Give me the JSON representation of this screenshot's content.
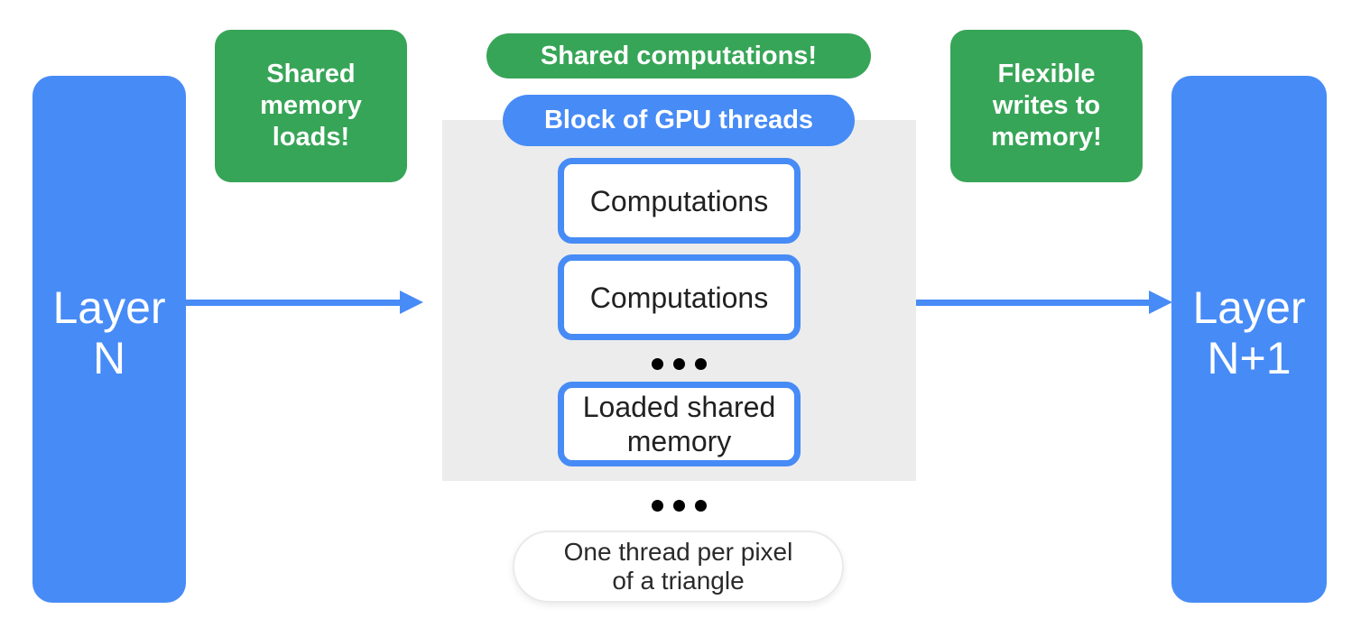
{
  "colors": {
    "blue": "#478BF6",
    "green": "#37A557",
    "panel_gray": "#ECECEC",
    "text_dark": "#212121",
    "white": "#FFFFFF"
  },
  "layers": {
    "left": {
      "label": "Layer\nN"
    },
    "right": {
      "label": "Layer\nN+1"
    }
  },
  "callouts": {
    "left": "Shared\nmemory\nloads!",
    "top": "Shared computations!",
    "right": "Flexible\nwrites to\nmemory!"
  },
  "gpu_block": {
    "label": "Block of GPU threads",
    "rows": [
      "Computations",
      "Computations",
      "Loaded shared\nmemory"
    ],
    "ellipsis_icon": "dots-horizontal-icon"
  },
  "footnote": "One thread per pixel\nof a triangle"
}
